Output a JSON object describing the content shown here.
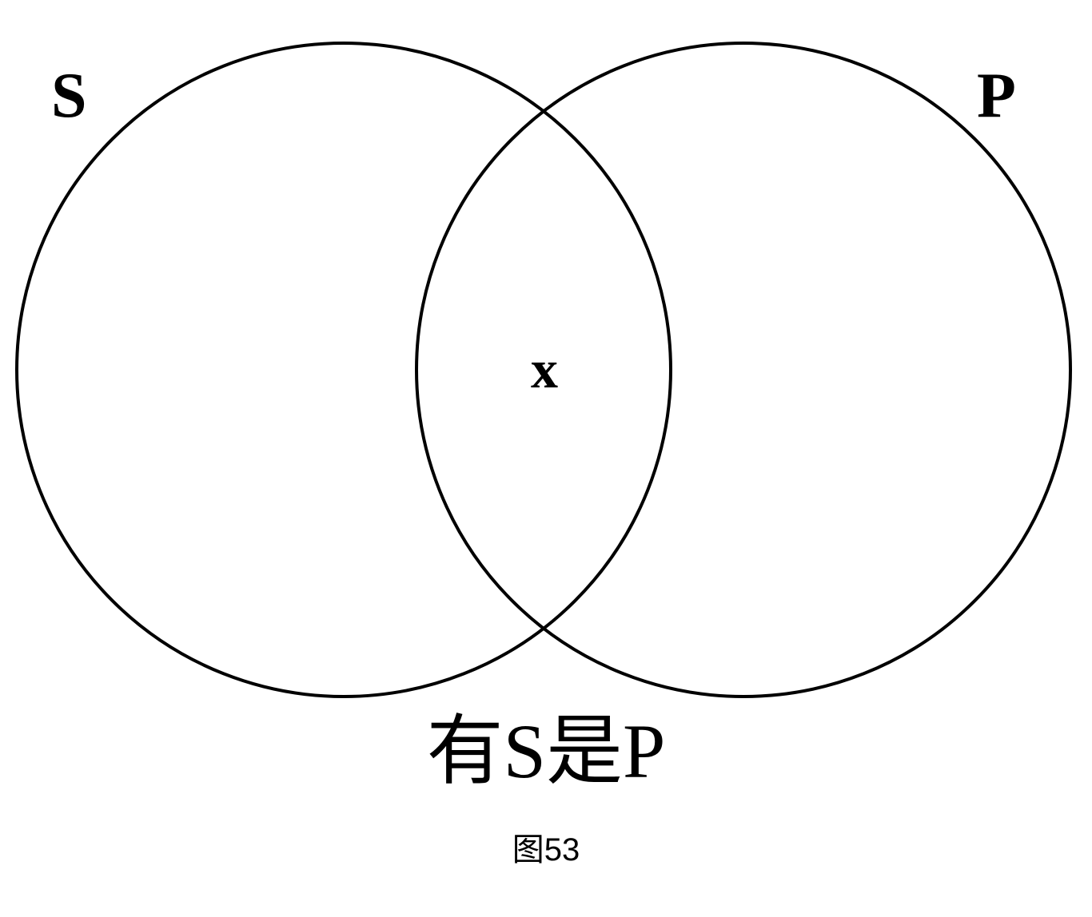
{
  "diagram": {
    "type": "venn",
    "sets": [
      {
        "label": "S"
      },
      {
        "label": "P"
      }
    ],
    "intersection_marker": "x",
    "caption": "有S是P",
    "figure_number": "图53",
    "stroke_color": "#000000",
    "background": "#ffffff"
  }
}
